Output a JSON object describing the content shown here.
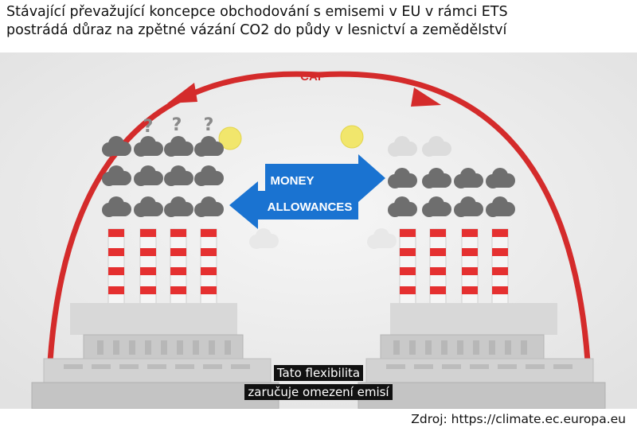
{
  "title": {
    "line1": "Stávající převažující koncepce obchodování s emisemi v EU v rámci ETS",
    "line2": "postrádá důraz na zpětné vázání CO2 do půdy v lesnictví a zemědělství"
  },
  "diagram": {
    "cap_label": "CAP",
    "money_label": "MONEY",
    "allowances_label": "ALLOWANCES",
    "question_marks": [
      "?",
      "?",
      "?"
    ],
    "colors": {
      "cap_arc": "#d42b2b",
      "arrow_blue": "#1a73d1",
      "chimney_red": "#e53030",
      "sky": "#eeeeee",
      "smoke_dark": "#6e6e6e",
      "sun": "#f1e66c"
    }
  },
  "subtitle": {
    "line1": "Tato flexibilita",
    "line2": "zaručuje omezení emisí"
  },
  "source": "Zdroj: https://climate.ec.europa.eu"
}
